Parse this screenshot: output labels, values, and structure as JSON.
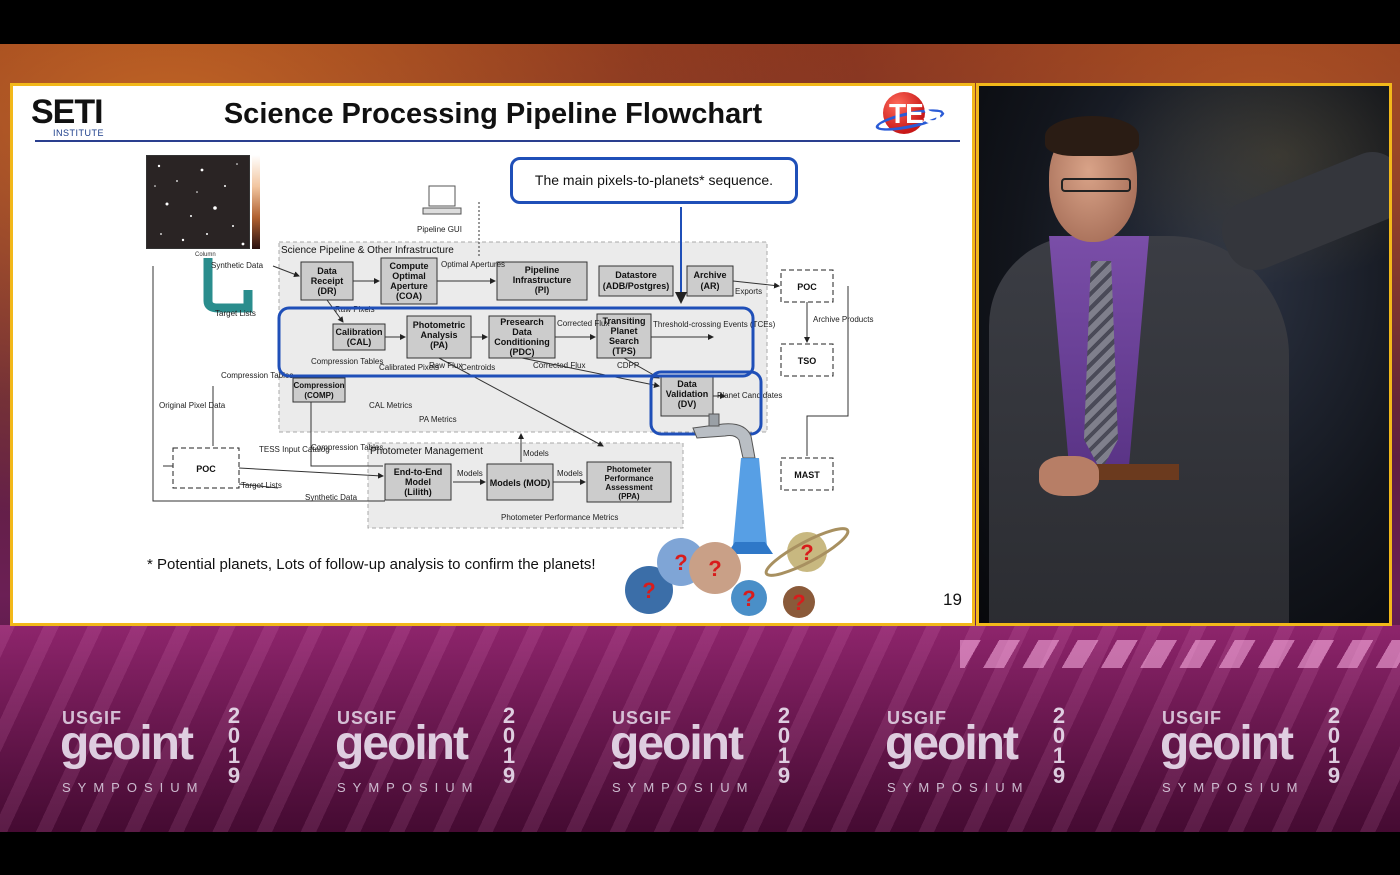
{
  "slide": {
    "org_logo_word": "SETI",
    "org_logo_sub": "INSTITUTE",
    "title": "Science Processing Pipeline Flowchart",
    "mission_logo": "TESS",
    "callout": "The main pixels-to-planets* sequence.",
    "footnote": "* Potential planets, Lots of follow-up analysis to confirm the planets!",
    "page_number": "19",
    "sky_axis_label": "Column",
    "flowchart": {
      "pipeline_gui": "Pipeline GUI",
      "science_group": "Science Pipeline & Other Infrastructure",
      "photometer_group": "Photometer Management",
      "boxes": {
        "dr": [
          "Data",
          "Receipt",
          "(DR)"
        ],
        "coa": [
          "Compute",
          "Optimal",
          "Aperture",
          "(COA)"
        ],
        "pi": [
          "Pipeline",
          "Infrastructure",
          "(PI)"
        ],
        "datastore": [
          "Datastore",
          "(ADB/Postgres)"
        ],
        "ar": [
          "Archive",
          "(AR)"
        ],
        "cal": [
          "Calibration",
          "(CAL)"
        ],
        "pa": [
          "Photometric",
          "Analysis",
          "(PA)"
        ],
        "pdc": [
          "Presearch",
          "Data",
          "Conditioning",
          "(PDC)"
        ],
        "tps": [
          "Transiting",
          "Planet",
          "Search",
          "(TPS)"
        ],
        "dv": [
          "Data",
          "Validation",
          "(DV)"
        ],
        "comp": [
          "Compression",
          "(COMP)"
        ],
        "lilith": [
          "End-to-End",
          "Model",
          "(Lilith)"
        ],
        "mod": [
          "Models (MOD)"
        ],
        "ppa": [
          "Photometer",
          "Performance",
          "Assessment",
          "(PPA)"
        ],
        "poc_left": [
          "POC"
        ],
        "poc_right": [
          "POC"
        ],
        "tso": [
          "TSO"
        ],
        "mast": [
          "MAST"
        ]
      },
      "labels": {
        "synthetic_data_top": "Synthetic Data",
        "target_lists_top": "Target Lists",
        "optimal_apertures": "Optimal Apertures",
        "raw_pixels": "Raw Pixels",
        "corrected_flux": "Corrected Flux",
        "threshold": "Threshold-crossing Events (TCEs)",
        "exports": "Exports",
        "archive_products": "Archive Products",
        "compression_tables_1": "Compression Tables",
        "compression_tables_2": "Compression Tables",
        "calibrated_pixels": "Calibrated Pixels",
        "raw_flux": "Raw Flux",
        "centroids": "Centroids",
        "corrected_flux_2": "Corrected Flux",
        "cdpp": "CDPP",
        "planet_candidates": "Planet Candidates",
        "original_pixel_data": "Original Pixel Data",
        "cal_metrics": "CAL Metrics",
        "pa_metrics": "PA Metrics",
        "compression_tables_3": "Compression Tables",
        "tess_input_catalog": "TESS Input Catalog",
        "target_lists_bottom": "Target Lists",
        "synthetic_data_bottom": "Synthetic Data",
        "models_1": "Models",
        "models_2": "Models",
        "models_3": "Models",
        "ppm": "Photometer Performance Metrics"
      }
    }
  },
  "event": {
    "org": "USGIF",
    "word": "geoint",
    "year": "2019",
    "subtitle": "SYMPOSIUM"
  },
  "colors": {
    "frame": "#f2b81a",
    "highlight_blue": "#1f4fb8",
    "title_rule": "#2a3f8f"
  }
}
